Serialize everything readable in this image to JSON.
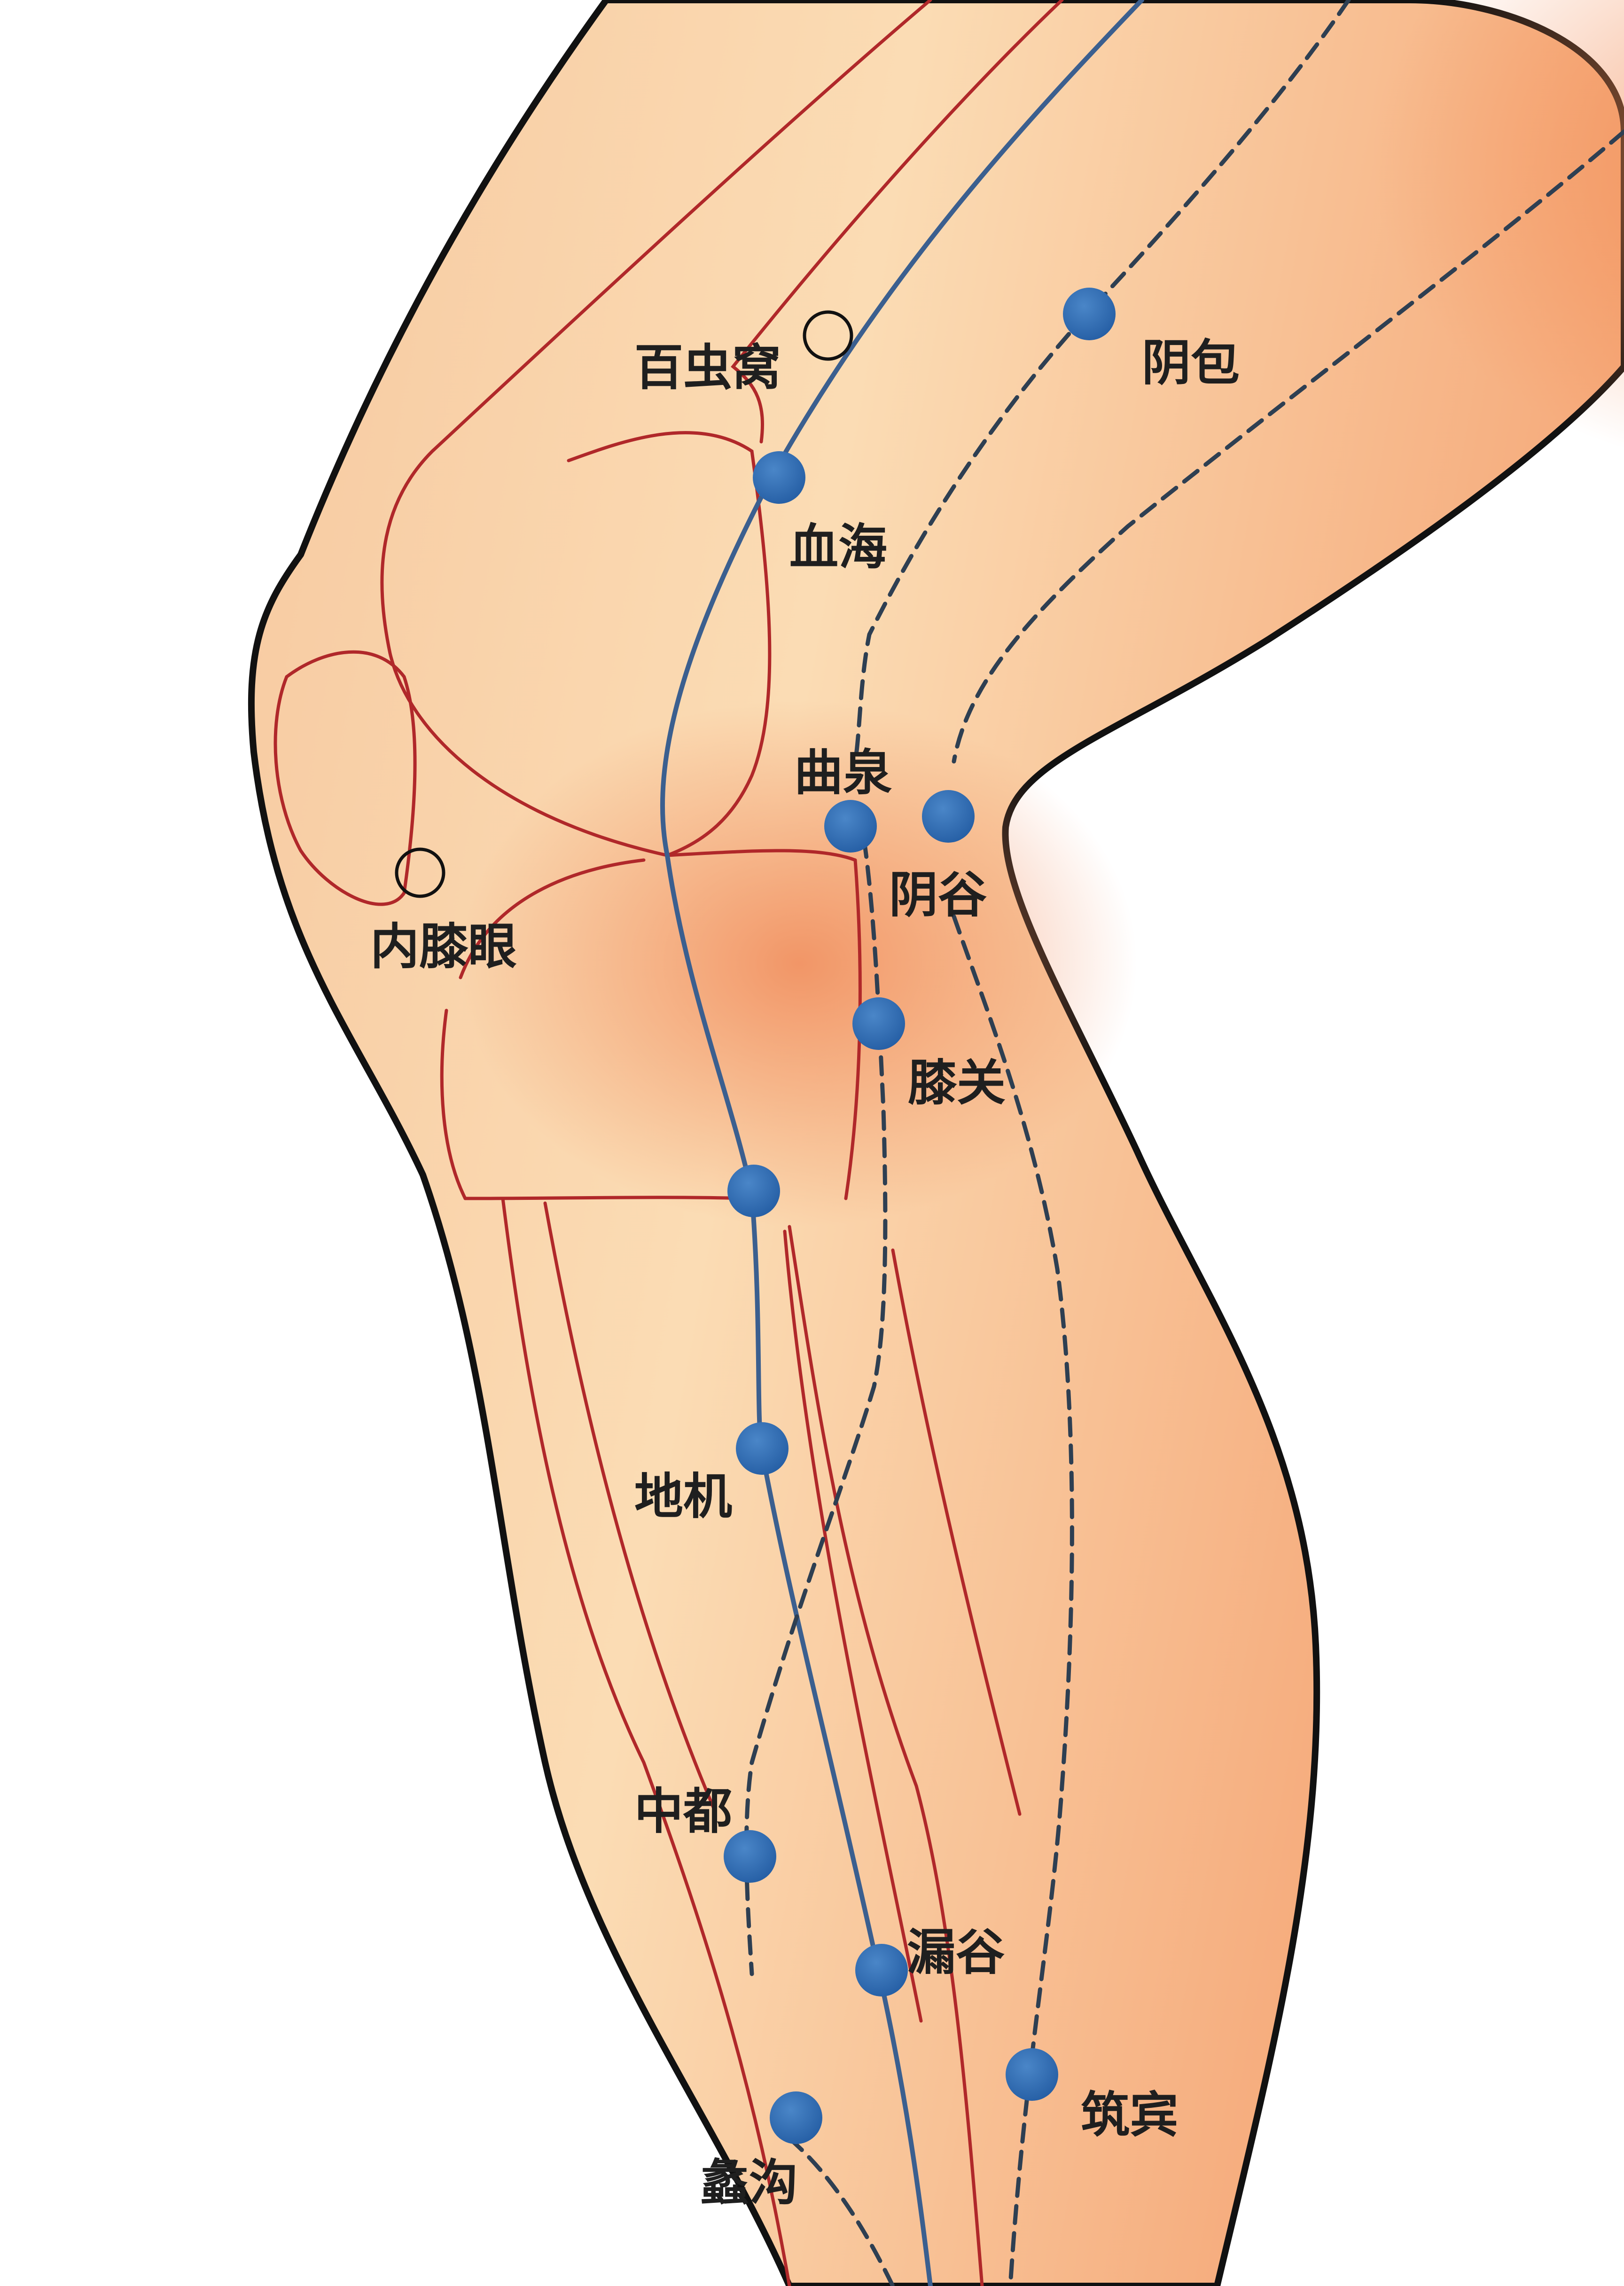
{
  "labels": {
    "baichongwo": "百虫窝",
    "yinbao": "阴包",
    "xuehai": "血海",
    "ququan": "曲泉",
    "yingu": "阴谷",
    "neixiyan": "内膝眼",
    "xiguan": "膝关",
    "diji": "地机",
    "zhongdu": "中都",
    "lougu": "漏谷",
    "zhubin": "筑宾",
    "ligou": "蠡沟"
  },
  "colors": {
    "skin_light": "#fbdcb4",
    "skin_mid": "#f6b988",
    "skin_dark": "#f29566",
    "outline": "#111111",
    "muscle_line": "#b0282a",
    "meridian_line": "#3b5f8f",
    "acupoint": "#2f6db3",
    "label": "#1f1f1f"
  }
}
